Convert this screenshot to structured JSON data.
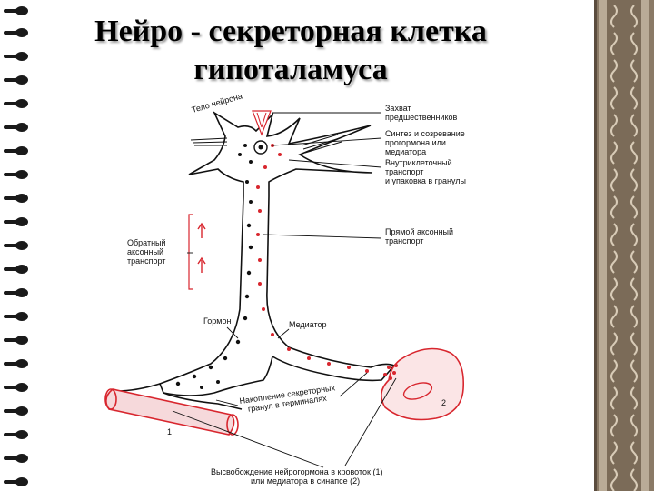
{
  "title": {
    "line1": "Нейро - секреторная клетка",
    "line2": "гипоталамуса"
  },
  "labels": {
    "cell_body": "Тело нейрона",
    "capture": [
      "Захват",
      "предшественников"
    ],
    "synthesis": [
      "Синтез и созревание",
      "прогормона или",
      "медиатора"
    ],
    "intracellular": [
      "Внутриклеточный",
      "транспорт",
      "и упаковка в гранулы"
    ],
    "direct": [
      "Прямой аксонный",
      "транспорт"
    ],
    "reverse": [
      "Обратный",
      "аксонный",
      "транспорт"
    ],
    "hormone": "Гормон",
    "mediator": "Медиатор",
    "accumulation": [
      "Накопление секреторных",
      "гранул в терминалях"
    ],
    "release": [
      "Высвобождение нейрогормона в кровоток (1)",
      "или медиатора в синапсе (2)"
    ],
    "num1": "1",
    "num2": "2"
  },
  "colors": {
    "red": "#d8262e",
    "black": "#111111",
    "border_brown": "#7a6a58"
  }
}
